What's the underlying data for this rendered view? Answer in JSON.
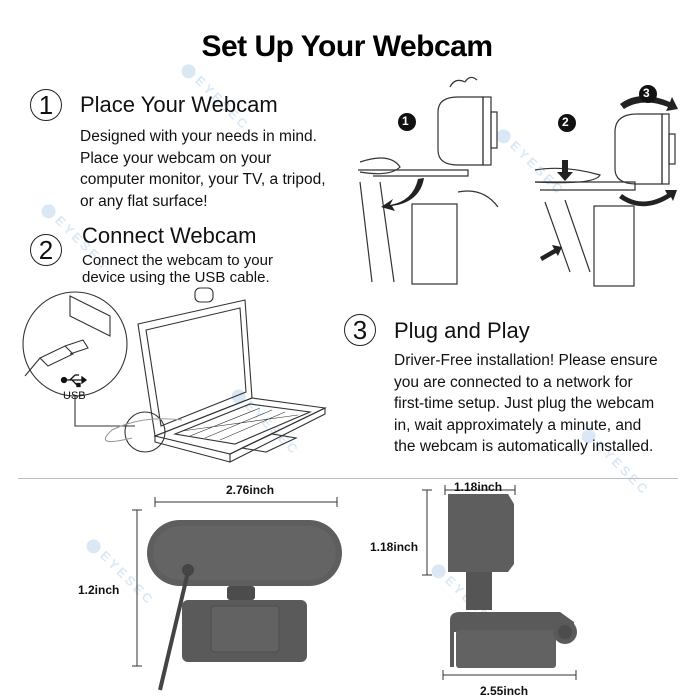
{
  "page": {
    "title": "Set Up Your Webcam"
  },
  "steps": [
    {
      "number": "1",
      "heading": "Place Your Webcam",
      "body": "Designed with your needs in mind.\nPlace your webcam on your\ncomputer monitor, your TV, a tripod,\nor any flat surface!"
    },
    {
      "number": "2",
      "heading": "Connect Webcam",
      "body": "Connect the webcam to your\ndevice using the USB cable."
    },
    {
      "number": "3",
      "heading": "Plug and Play",
      "body": "Driver-Free installation! Please ensure\nyou are connected to a network for\nfirst-time setup. Just plug the webcam\nin, wait approximately a minute, and\nthe webcam is automatically installed."
    }
  ],
  "mount_illustration": {
    "badges": [
      "1",
      "2",
      "3"
    ]
  },
  "usb_callout": {
    "label": "USB",
    "icon": "usb-icon"
  },
  "dimensions": {
    "front_width": "2.76inch",
    "front_height": "1.2inch",
    "side_depth_top": "1.18inch",
    "side_height": "1.18inch",
    "side_base_width": "2.55inch"
  },
  "watermark": {
    "text": "EYESEC"
  },
  "colors": {
    "device_gray": "#5e5e5e",
    "device_dark": "#4a4a4a",
    "line": "#333333",
    "divider": "#bcbcbc"
  }
}
